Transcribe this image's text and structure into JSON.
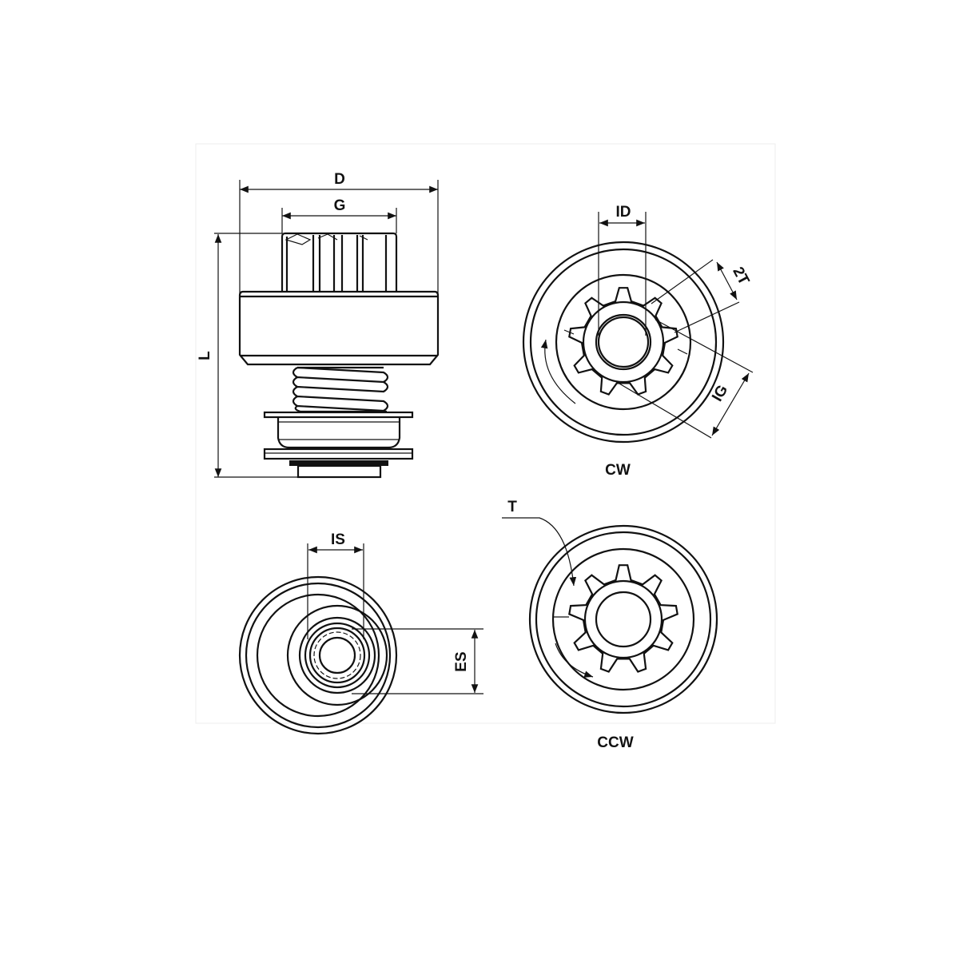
{
  "labels": {
    "D": "D",
    "G": "G",
    "L": "L",
    "ID": "ID",
    "T2": "2T",
    "IG": "IG",
    "CW": "CW",
    "IS": "IS",
    "ES": "ES",
    "T": "T",
    "CCW": "CCW"
  },
  "colors": {
    "line": "#111111",
    "frame": "#eeeeee"
  }
}
